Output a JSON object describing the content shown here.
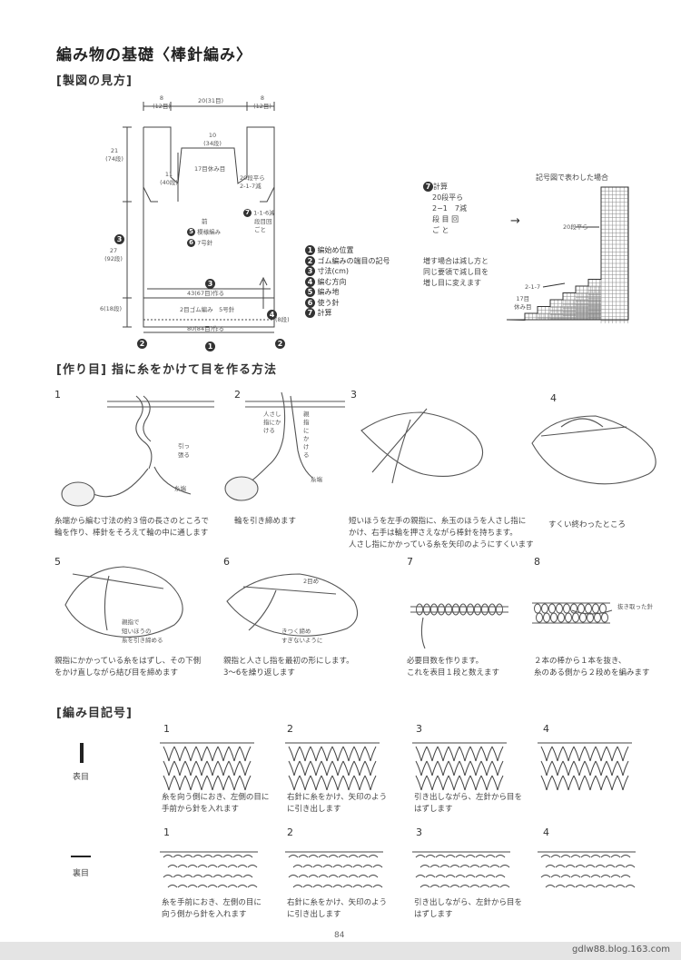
{
  "title": "編み物の基礎〈棒針編み〉",
  "section1": {
    "heading": "[製図の見方]",
    "dims": {
      "top_left": "8",
      "top_left_sub": "(12目)",
      "top_center": "20(31目)",
      "top_right": "8",
      "top_right_sub": "(12目)",
      "neck_depth": "10",
      "neck_depth_sub": "(34段)",
      "neck_bind": "17目休み目",
      "neck_side": "20段平ら",
      "neck_side_sub": "2-1-7減",
      "armhole_left": "21",
      "armhole_left_sub": "(74段)",
      "armhole_inner": "11",
      "armhole_inner_sub": "(40段)",
      "calc1": "1-1-6減",
      "calc2": "段目回",
      "calc3": "ごと",
      "front": "前",
      "pattern": "模様編み",
      "needle": "7号針",
      "body_height": "27",
      "body_height_sub": "(92段)",
      "stitches": "43(67目)作る",
      "rib": "2目ゴム編み",
      "rib_needle": "5号針",
      "rib_height": "6(18段)",
      "rib_small": "(8段)",
      "width": "80(84目)作る"
    },
    "legend": [
      {
        "n": "1",
        "label": "編始め位置"
      },
      {
        "n": "2",
        "label": "ゴム編みの端目の記号"
      },
      {
        "n": "3",
        "label": "寸法(cm)"
      },
      {
        "n": "4",
        "label": "編む方向"
      },
      {
        "n": "5",
        "label": "編み地"
      },
      {
        "n": "6",
        "label": "使う針"
      },
      {
        "n": "7",
        "label": "計算"
      }
    ],
    "calc_box": {
      "label": "計算",
      "num": "7",
      "line1": "20段平ら",
      "line2": "2−1　7減",
      "line3": "段 目 回",
      "line4": "ご と",
      "note1": "増す場合は減し方と",
      "note2": "同じ要領で減し目を",
      "note3": "増し目に変えます"
    },
    "chart": {
      "title": "記号図で表わした場合",
      "label_top": "20段平ら",
      "label_mid": "2-1-7",
      "label_bot": "17目",
      "label_bot2": "休み目"
    }
  },
  "section2": {
    "heading": "[作り目]",
    "subheading": "指に糸をかけて目を作る方法",
    "steps": [
      {
        "n": "1",
        "caption": "糸端から編む寸法の約３倍の長さのところで\n輪を作り、棒針をそろえて輪の中に通します",
        "l1": "引っ張る",
        "l2": "糸端"
      },
      {
        "n": "2",
        "caption": "輪を引き締めます",
        "l1": "人さし指にかける",
        "l2": "親指にかける",
        "l3": "糸端"
      },
      {
        "n": "3",
        "caption": "短いほうを左手の親指に、糸玉のほうを人さし指に\nかけ、右手は輪を押さえながら棒針を持ちます。\n人さし指にかかっている糸を矢印のようにすくいます"
      },
      {
        "n": "4",
        "caption": "すくい終わったところ"
      },
      {
        "n": "5",
        "caption": "親指にかかっている糸をはずし、その下側\nをかけ直しながら結び目を締めます",
        "l1": "親指で",
        "l2": "短いほうの",
        "l3": "糸を引き締める"
      },
      {
        "n": "6",
        "caption": "親指と人さし指を最初の形にします。\n3〜6を繰り返します",
        "l1": "2目め",
        "l2": "きつく締め",
        "l3": "すぎないように"
      },
      {
        "n": "7",
        "caption": "必要目数を作ります。\nこれを表目１段と数えます"
      },
      {
        "n": "8",
        "caption": "２本の棒から１本を抜き、\n糸のある側から２段めを編みます",
        "l1": "抜き取った針"
      }
    ]
  },
  "section3": {
    "heading": "[編み目記号]",
    "knit_label": "表目",
    "purl_label": "裏目",
    "knit_steps": [
      {
        "n": "1",
        "caption": "糸を向う側におき、左側の目に\n手前から針を入れます"
      },
      {
        "n": "2",
        "caption": "右針に糸をかけ、矢印のよう\nに引き出します"
      },
      {
        "n": "3",
        "caption": "引き出しながら、左針から目を\nはずします"
      },
      {
        "n": "4",
        "caption": ""
      }
    ],
    "purl_steps": [
      {
        "n": "1",
        "caption": "糸を手前におき、左側の目に\n向う側から針を入れます"
      },
      {
        "n": "2",
        "caption": "右針に糸をかけ、矢印のよう\nに引き出します"
      },
      {
        "n": "3",
        "caption": "引き出しながら、左針から目を\nはずします"
      },
      {
        "n": "4",
        "caption": ""
      }
    ]
  },
  "page_number": "84",
  "footer": "gdlw88.blog.163.com"
}
